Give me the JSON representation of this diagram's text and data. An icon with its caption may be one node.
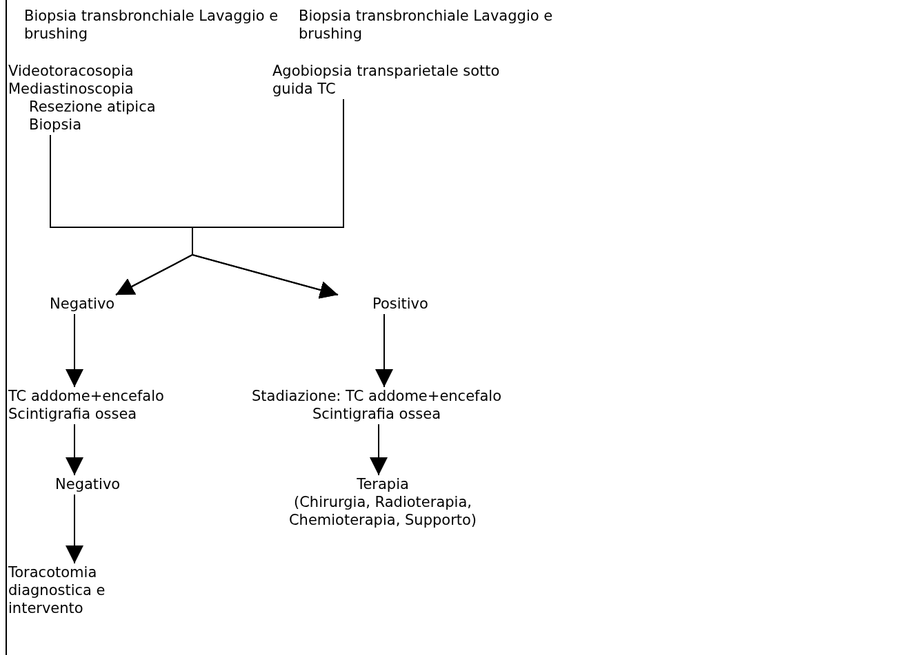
{
  "diagram": {
    "nodes": [
      {
        "text": [
          "Biopsia transbronchiale Lavaggio e brushing"
        ]
      },
      {
        "text": [
          "Biopsia transbronchiale Lavaggio e brushing"
        ]
      },
      {
        "text": [
          "Videotoracosopia Mediastinoscopia"
        ]
      },
      {
        "text": [
          "Resezione atipica Biopsia"
        ]
      },
      {
        "text": [
          "Agobiopsia transparietale sotto guida TC"
        ]
      },
      {
        "text": [
          "Negativo"
        ]
      },
      {
        "text": [
          "Positivo"
        ]
      },
      {
        "text": [
          "TC addome+encefalo Scintigrafia ossea"
        ]
      },
      {
        "text": [
          "Stadiazione: TC addome+encefalo Scintigrafia ossea"
        ]
      },
      {
        "text": [
          "Negativo"
        ]
      },
      {
        "text": [
          "Terapia",
          "(Chirurgia, Radioterapia, Chemioterapia, Supporto)"
        ]
      },
      {
        "text": [
          "Toracotomia diagnostica e intervento"
        ]
      }
    ],
    "edges": [
      {
        "from": 3,
        "to": 5,
        "arrow": "to"
      },
      {
        "from": 3,
        "to": 6,
        "arrow": "to"
      },
      {
        "from": 4,
        "to": 5,
        "arrow": "to"
      },
      {
        "from": 4,
        "to": 6,
        "arrow": "to"
      },
      {
        "from": 5,
        "to": 7,
        "arrow": "to"
      },
      {
        "from": 6,
        "to": 8,
        "arrow": "to"
      },
      {
        "from": 7,
        "to": 9,
        "arrow": "to"
      },
      {
        "from": 8,
        "to": 10,
        "arrow": "to"
      },
      {
        "from": 9,
        "to": 11,
        "arrow": "to"
      }
    ]
  }
}
